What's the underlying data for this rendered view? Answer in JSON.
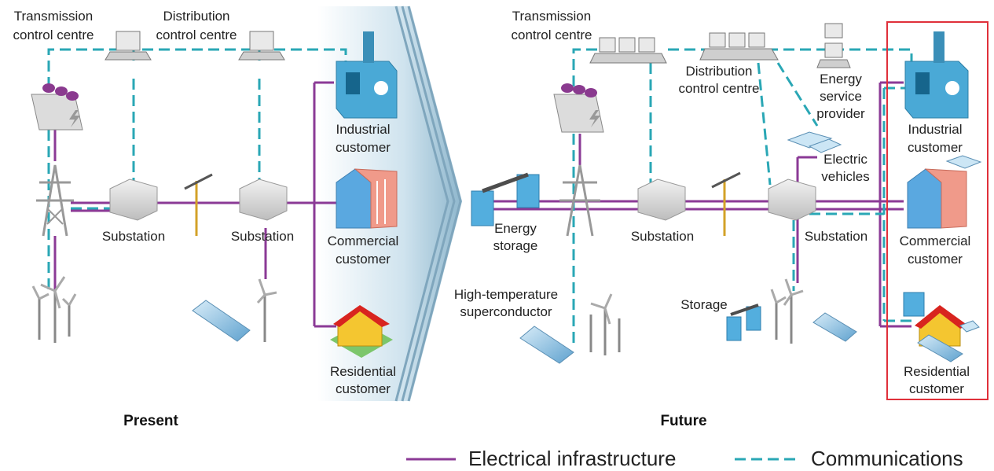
{
  "present": {
    "caption": "Present",
    "transmission_centre": [
      "Transmission",
      "control centre"
    ],
    "distribution_centre": [
      "Distribution",
      "control centre"
    ],
    "substation_1": "Substation",
    "substation_2": "Substation",
    "industrial": [
      "Industrial",
      "customer"
    ],
    "commercial": [
      "Commercial",
      "customer"
    ],
    "residential": [
      "Residential",
      "customer"
    ]
  },
  "future": {
    "caption": "Future",
    "transmission_centre": [
      "Transmission",
      "control centre"
    ],
    "distribution_centre": [
      "Distribution",
      "control centre"
    ],
    "energy_service": [
      "Energy",
      "service",
      "provider"
    ],
    "electric_vehicles": [
      "Electric",
      "vehicles"
    ],
    "energy_storage": [
      "Energy",
      "storage"
    ],
    "substation_1": "Substation",
    "substation_2": "Substation",
    "storage": "Storage",
    "superconductor": [
      "High-temperature",
      "superconductor"
    ],
    "industrial": [
      "Industrial",
      "customer"
    ],
    "commercial": [
      "Commercial",
      "customer"
    ],
    "residential": [
      "Residential",
      "customer"
    ]
  },
  "legend": {
    "electrical": "Electrical infrastructure",
    "communications": "Communications"
  },
  "colors": {
    "electrical": "#8b3a96",
    "communications": "#2aa7b5",
    "highlight_box": "#e0303a"
  }
}
